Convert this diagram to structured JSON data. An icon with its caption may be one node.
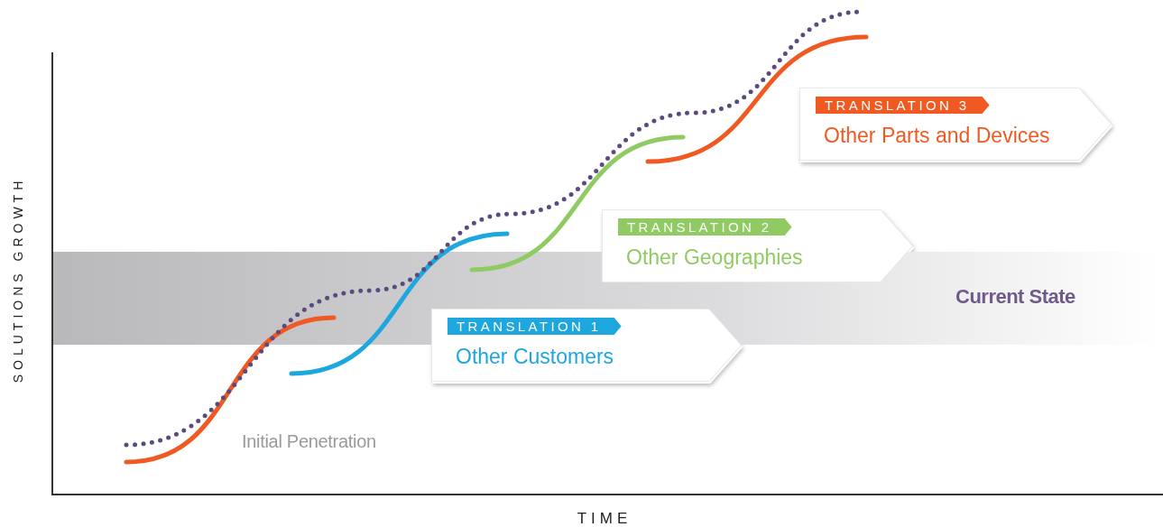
{
  "diagram": {
    "nodes": [
      {
        "text": [
          "TRANSLATION 3",
          "Other Parts and Devices"
        ]
      },
      {
        "text": [
          "TRANSLATION 2",
          "Other Geographies"
        ]
      },
      {
        "text": [
          "Current State"
        ]
      },
      {
        "text": [
          "TRANSLATION 1",
          "Other Customers"
        ]
      }
    ],
    "labels": [
      "SOLUTIONS GROWTH",
      "Initial Penetration",
      "TIME"
    ]
  }
}
